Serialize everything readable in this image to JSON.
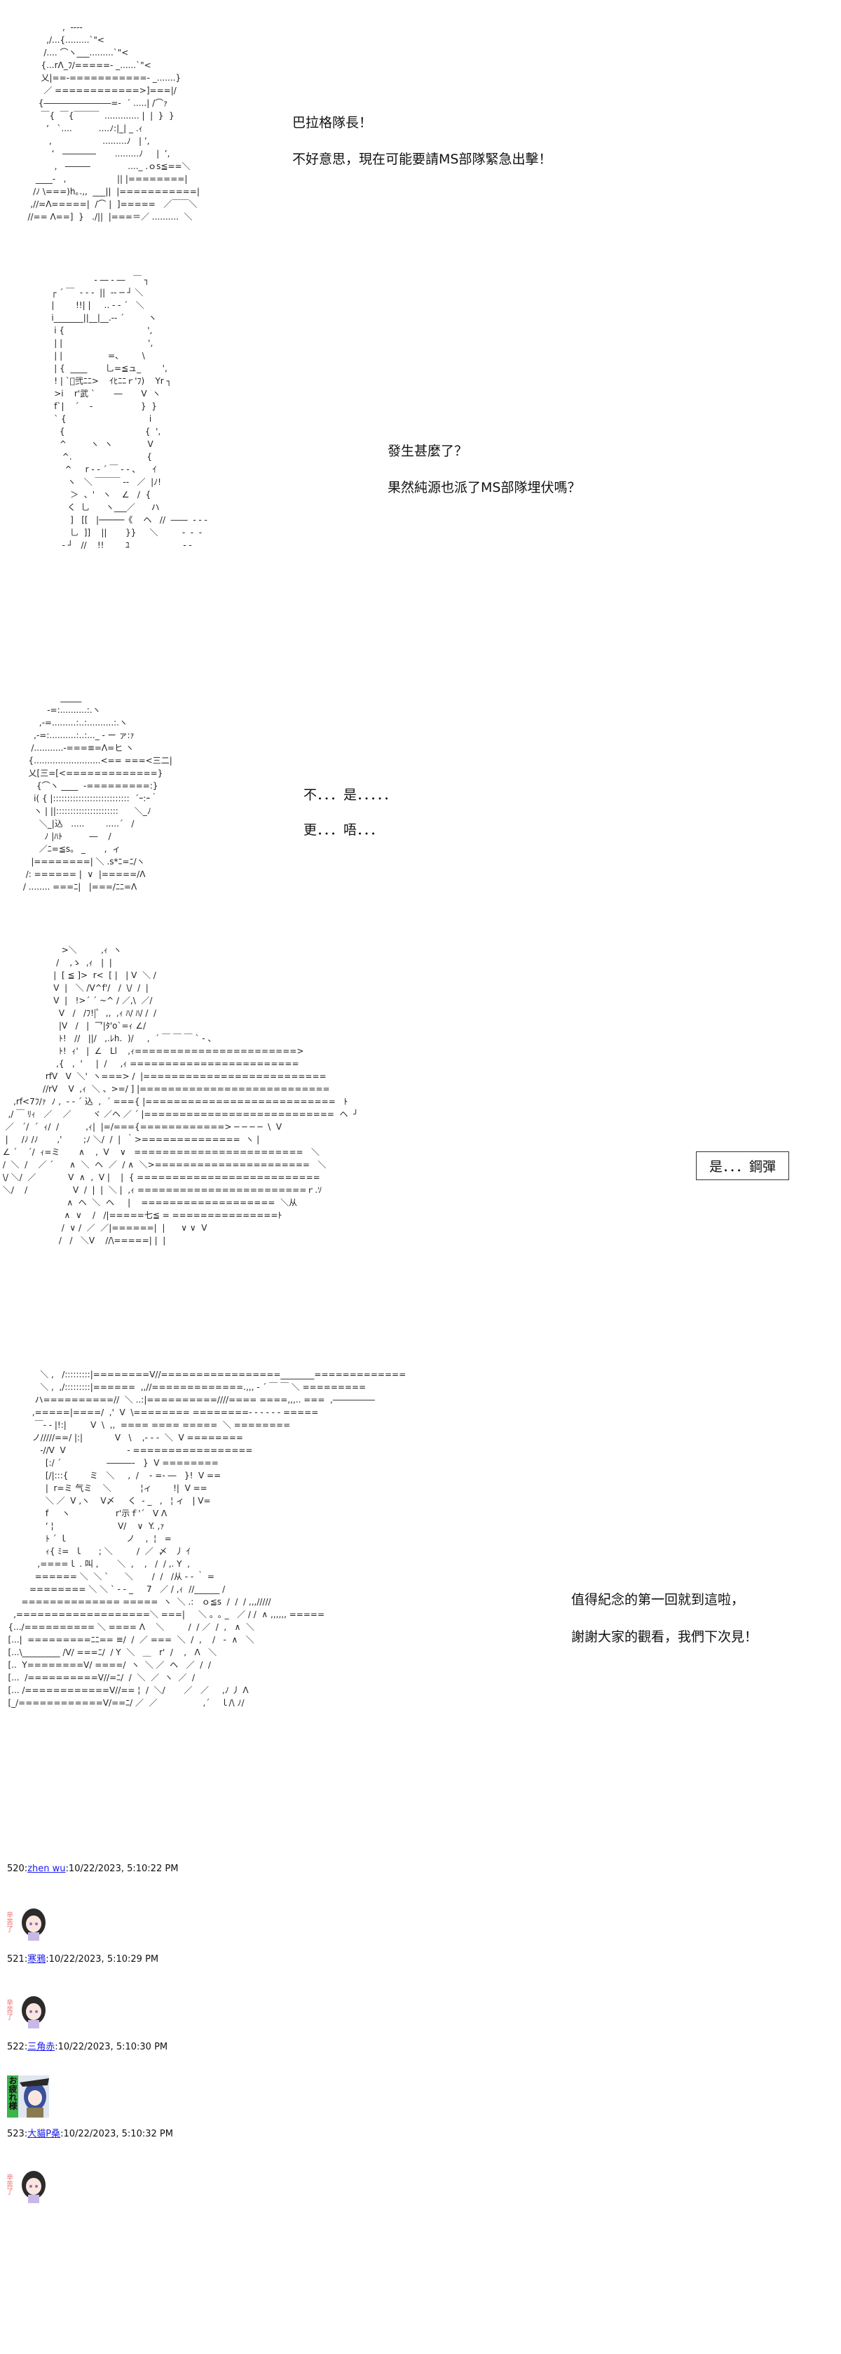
{
  "panels": [
    {
      "art": [
        "                ,  ----",
        "          ,/...{.........`\"<",
        "         /.... ⌒ヽ___.........`\"<",
        "        {...rΛ_ﾌ/=====- _......`\"<",
        "        乂|==-===========- _.......}",
        "         ／ ============>]===|/",
        "       {――――――――=-  ´ .....| /⌒ｧ",
        "        ￣{  ￣{￣￣￣  ............. |  |  }  }",
        "          ‘   `....          ....ﾉ:|_| _ .ｨ",
        "           ,                   .........ﾉ   | ’,",
        "            ‘   ――――       .........ﾉ     |  ’,",
        "             ,   ―――              ...._ .ｏs≦==＼",
        "      ____-   ,                   || |========|",
        "     /ﾉ \\===)h｡.,,  ___||  |===========|",
        "    ,//=Λ=====|  /⌒ |  ]=====   ／￣￣＼",
        "   //== Λ==]  }   ./||  |===＝／ ..........  ＼"
      ],
      "dialogue": [
        "巴拉格隊長！",
        "不好意思，現在可能要請MS部隊緊急出擊！"
      ]
    },
    {
      "art": [
        "                              - ― ‐ ―   ￣ ┐",
        "              ┌ ´ ￣  ‐ ‐ ‐  ||  ‐‐ ─ ┘ ＼",
        "              |        !!| |     .. ‐ ‐ ´   ＼",
        "              i_______||__|__.-‐ ´         ヽ",
        "               i {                               ',",
        "               | |                                ',",
        "               | |                 =、       \\",
        "               | {  ____       乚=≦ュ_        ',",
        "               ! | `ﾞ弐ﾆﾆ>    ｲﾋﾆﾆｒ'ﾌ)    Yr ┐",
        "               >i    r'武 `       ―       V  ヽ",
        "               f`|    ´    ‐                  }  }",
        "               ` {                               i",
        "                 {                              {  ',",
        "                 ^         ヽ  ヽ             V",
        "                  ^.                            {",
        "                   ^     r ‐ ‐ ´ ￣ ‐ ‐ ､      ｲ",
        "                    ヽ   ＼ ￣￣￣ ‐‐   ／  |ﾉ!",
        "                     ＞  、'   ヽ    ∠   /  {",
        "                    く  乚      ヽ___／      ハ",
        "                     ]   [[   |─────《    ヘ   //  ――  ‐ ‐ ‐",
        "                     乚  ]]    ||       }}     ＼         ‐  ‐  ‐",
        "                  ‐ ┘   //    !!        ﾕ                    ‐ ‐"
      ],
      "dialogue": [
        "發生甚麼了？",
        "果然純源也派了MS部隊埋伏嗎？"
      ]
    },
    {
      "art": [
        "                    _____",
        "               -=:..........:.ヽ",
        "            ,-=.........:..:..........:.ヽ",
        "          ,-=:..........:..:..._ ‐ ー ァ:ｧ",
        "         /...........-===≡=Λ=ヒ ヽ",
        "        {.........................<== ===<三二|",
        "        乂[三=[<=============}",
        "           {⌒ヽ ____  ‐=========:}",
        "          i( { |:::::::::::::::::::::::::::  ´ｰ:ｰ｀",
        "          ヽ | ||::::::::::::::::::::::      ＼_ﾉ",
        "            ＼_|込   .....        .....´   /",
        "              ﾉ |ﾊﾄ          ―    /",
        "            ／ﾆ=≦s。 _       ,  ィ",
        "         |========| ＼ .s*ﾆ=ﾆ/ヽ",
        "       /: ====== |  ∨  |=====/Λ",
        "      / ........ ===ﾆ|   |===/ﾆﾆ=Λ"
      ],
      "dialogue": [
        "不．．．是．．．．．",
        "更．．．唔．．．"
      ]
    },
    {
      "art": [
        "                       >＼         ,ｨ  ヽ",
        "                     /    ,ゝ  ,ｨ   |  |",
        "                    |  [ ≦ ]>  r<  [ |   | V  ＼ /",
        "                    V  |   ＼ /V^f'/   /  \\/  /  |",
        "                    V  |   !>´ ´ ~^ / ／,\\  ／/",
        "                      V   /   /ﾌ!|ﾟ  ,,  ,ｨ ﾊ/ ﾊ/ /  /",
        "                      |V   /   |  乛|ﾀ'o`=ｨ ∠/",
        "                      ﾄ!   //   ||/   ,.ﾚh.  )/     ,  ´ ￣ ￣ ￣ ` ‐ 、",
        "                      ﾄ!  ｨ'   |  ∠   Ll    ,ｨ=======================>",
        "                     ,{   ,  '     |  /     ,ｨ ========================",
        "                 rfV   V  ＼'  ヽ===> /  |==========================",
        "                //rV    V  ,ｨ  ＼ 、>=/ ] |===========================",
        "     ,rf<7ﾌ/ｧ  ﾉ ,  ‐ ‐ ´ 込  ,  ´ ==={ |===========================   ﾄ",
        "   ,/ ￣ ﾘｨ   ／    ／        ヾ ／ヘ ／ ´ |===========================  ヘ  ╯",
        "  ／   ´/  ´  ｨ/  /          ,ｨ|  |=/==={============> ─ ─ ─ ─  \\  V",
        "  |     /ﾉ /ﾉ       ,'        ;ﾉ ＼/  /  |  ｀>==============  ヽ |",
        " ∠ ´    ´/  ｨ=ミ       ∧    ,  V    ∨   ========================   ＼",
        " /  ＼  /    ／ ´      ∧  ＼  ヘ  ／  / ∧  ＼>======================   ＼",
        " \\/ ＼/  ／            V  ∧  ,  V |    |  { ==========================",
        " ＼/    /                 V  /  |  |  ＼ |  ,ｨ ========================ｒ.ｿ",
        "                         ∧  ヘ  ＼  ヘ     |    ===================  ＼从",
        "                        ∧  ∨    /   /|=====七≦ = ===============ﾄ",
        "                       /  ∨ /  ／  ／|======|  |      ∨ ∨  V",
        "                      /   /   ＼V    //\\=====| |  |"
      ],
      "dialogue": [
        "是．．．鋼彈"
      ]
    },
    {
      "art": [
        "               ＼ ,   /:::::::::|========V//=================________=============",
        "               ＼ ,  ,/:::::::::|======  ,,//=============.,,, ‐ ´ ￣ ￣ ＼ =========",
        "             ハ==========//  ＼ ..:|==========////==== ====,,,.. ===  ,―――――",
        "            ,=====|====/  ,'  V  \\======== ========‐ ‐ ‐ ‐ ‐ ‐ =====",
        "             ￣‐ ‐ |!:|         V  \\  ,,  ==== ==== =====  ＼ ========",
        "            ノ/////==/ |:|            V   \\    ,‐ ‐ ‐  ＼  V ========",
        "               ‐//V  V                       ‐ =================",
        "                 [:/ ´                 ―――‐   }  V ========",
        "                 [/|:::{        ミ   ＼     ,  /    ‐ =‐ ―   }!  V ==",
        "                 |  r=ミ 气ミ    ＼           ¦ィ        !|  V ==",
        "                 ＼ ／  V ,ヽ    V〆     く  ‐ _   ,   ¦ ィ   | V=",
        "                 f     ヽ                 r'示ｆ'´   V Λ",
        "                 ‘ ¦                        V/    ∨  Y. ,ｧ",
        "                 ﾄ ´ ｌ                      ノ    ,  ¦   =",
        "                 ｨ{ ﾐ=  ｌ      ; ＼         /  ／  〆   丿 ｲ",
        "              ,====ｌ . 叫 ,       ＼  ,    ,   /  / ,. Y  ,",
        "             ====== ＼  ＼ `      ＼       /  /   /从 ‐ ‐ ｀ =",
        "           ======== ＼ ＼ ` ‐ ‐ _     7   ／ / ,ｨ  //______ /",
        "        ============== =====  ヽ  ＼ .:   ｏ≦s  /  /  / ,,,/////",
        "     ,===================＼ ===|     ＼ 。｡ _   ／ / /  ∧ ,,,,,, =====",
        "   {.../========== ＼ ==== Λ    ＼         /  / ／  /  ,   ∧  ＼",
        "   [...|  =========ﾆﾆ== ≡/  /  ／ ===  ＼  /  ,    /   ‐  ∧   ＼",
        "   [...\\_________ /V/ ===ﾆ/  / Y  ＼   ＿   r'  /    ,   Λ   ＼",
        "   [..  Y========V/ ====/  ヽ  ＼ ／  ヘ   ／  /  /",
        "   [...  /==========V//=ﾆ/  /  ＼  ／  ヽ  ／  /",
        "   [... /============V//== ¦  /  ＼/       ／   ／     ,ﾉ 丿 Λ",
        "   [_/============V/==ﾆ/ ／  ／                 ,´    ｌ/\\ ﾉ/"
      ],
      "dialogue": [
        "值得紀念的第一回就到這啦，",
        "謝謝大家的觀看，我們下次見！"
      ]
    }
  ],
  "comments": [
    {
      "num": "520",
      "user": "zhen wu",
      "time": "10/22/2023, 5:10:22 PM",
      "sticker": "辛苦了"
    },
    {
      "num": "521",
      "user": "寒鴉",
      "time": "10/22/2023, 5:10:29 PM",
      "sticker": "辛苦了"
    },
    {
      "num": "522",
      "user": "三角赤",
      "time": "10/22/2023, 5:10:30 PM",
      "sticker": "お疲れ様"
    },
    {
      "num": "523",
      "user": "大貓P桑",
      "time": "10/22/2023, 5:10:32 PM",
      "sticker": "辛苦了"
    }
  ],
  "colors": {
    "link": "#1a1aee",
    "text": "#111111"
  }
}
